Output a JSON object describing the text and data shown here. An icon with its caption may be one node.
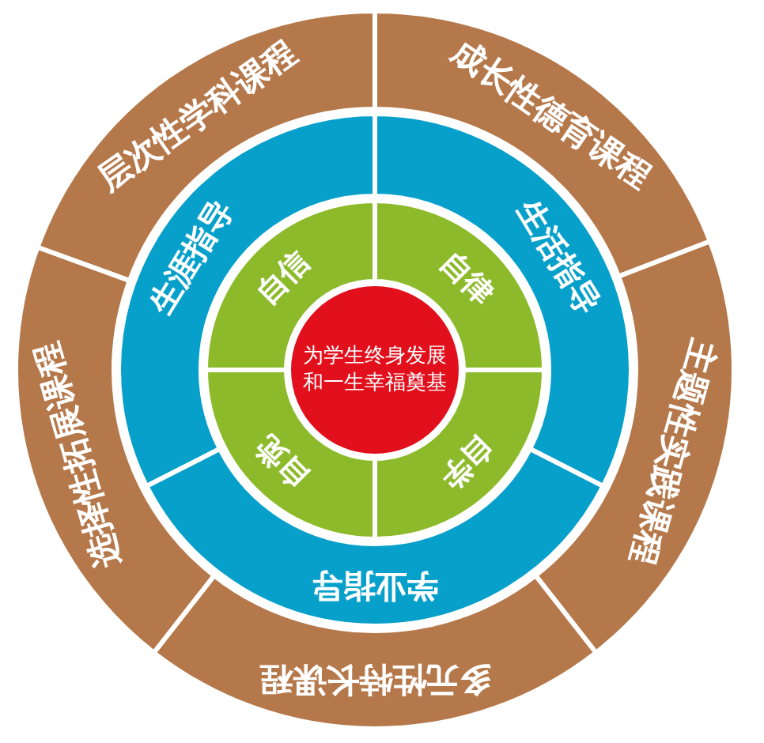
{
  "diagram": {
    "nodes": [
      {
        "text": [
          "为学生终身发展和一生幸福奠基"
        ]
      },
      {
        "text": [
          "自信"
        ]
      },
      {
        "text": [
          "自律"
        ]
      },
      {
        "text": [
          "自学"
        ]
      },
      {
        "text": [
          "自觉"
        ]
      },
      {
        "text": [
          "生涯指导"
        ]
      },
      {
        "text": [
          "生活指导"
        ]
      },
      {
        "text": [
          "学业指导"
        ]
      },
      {
        "text": [
          "层次性学科课程"
        ]
      },
      {
        "text": [
          "成长性德育课程"
        ]
      },
      {
        "text": [
          "主题性实践课程"
        ]
      },
      {
        "text": [
          "多元性特长课程"
        ]
      },
      {
        "text": [
          "选择性拓展课程"
        ]
      }
    ]
  }
}
